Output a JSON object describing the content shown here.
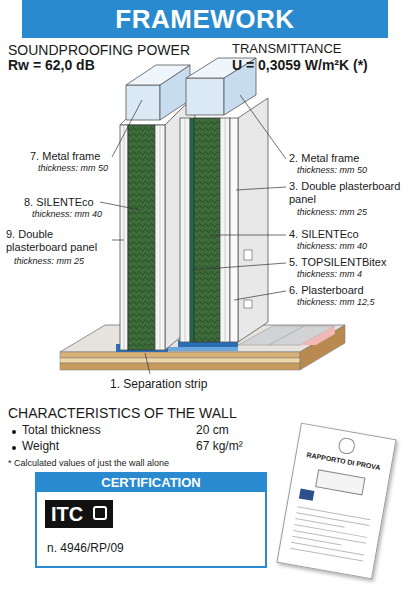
{
  "diagram": {
    "title": "FRAMEWORK",
    "nodes": [
      {
        "text": [
          "CERTIFICATION",
          "n. 4946/RP/09"
        ]
      },
      {
        "text": [
          "ITC"
        ],
        "in": 0
      }
    ],
    "labels": [
      "SOUNDPROOFING POWER",
      "Rw = 62,0 dB",
      "TRANSMITTANCE",
      "U = 0,3059 W/m²K (*)",
      "7. Metal frame",
      "thickness: mm 50",
      "2. Metal frame",
      "thickness: mm 50",
      "3. Double plasterboard panel",
      "thickness: mm 25",
      "8. SILENTEco",
      "thickness: mm 40",
      "4. SILENTEco",
      "thickness: mm 40",
      "5. TOPSILENTBitex",
      "thickness: mm 4",
      "9. Double plasterboard panel",
      "thickness: mm 25",
      "6. Plasterboard",
      "thickness: mm 12,5",
      "1. Separation strip",
      "CHARACTERISTICS OF THE WALL",
      "Total thickness",
      "20 cm",
      "Weight",
      "67 kg/m²",
      "* Calculated values of just the wall alone",
      "RAPPORTO DI PROVA"
    ]
  }
}
